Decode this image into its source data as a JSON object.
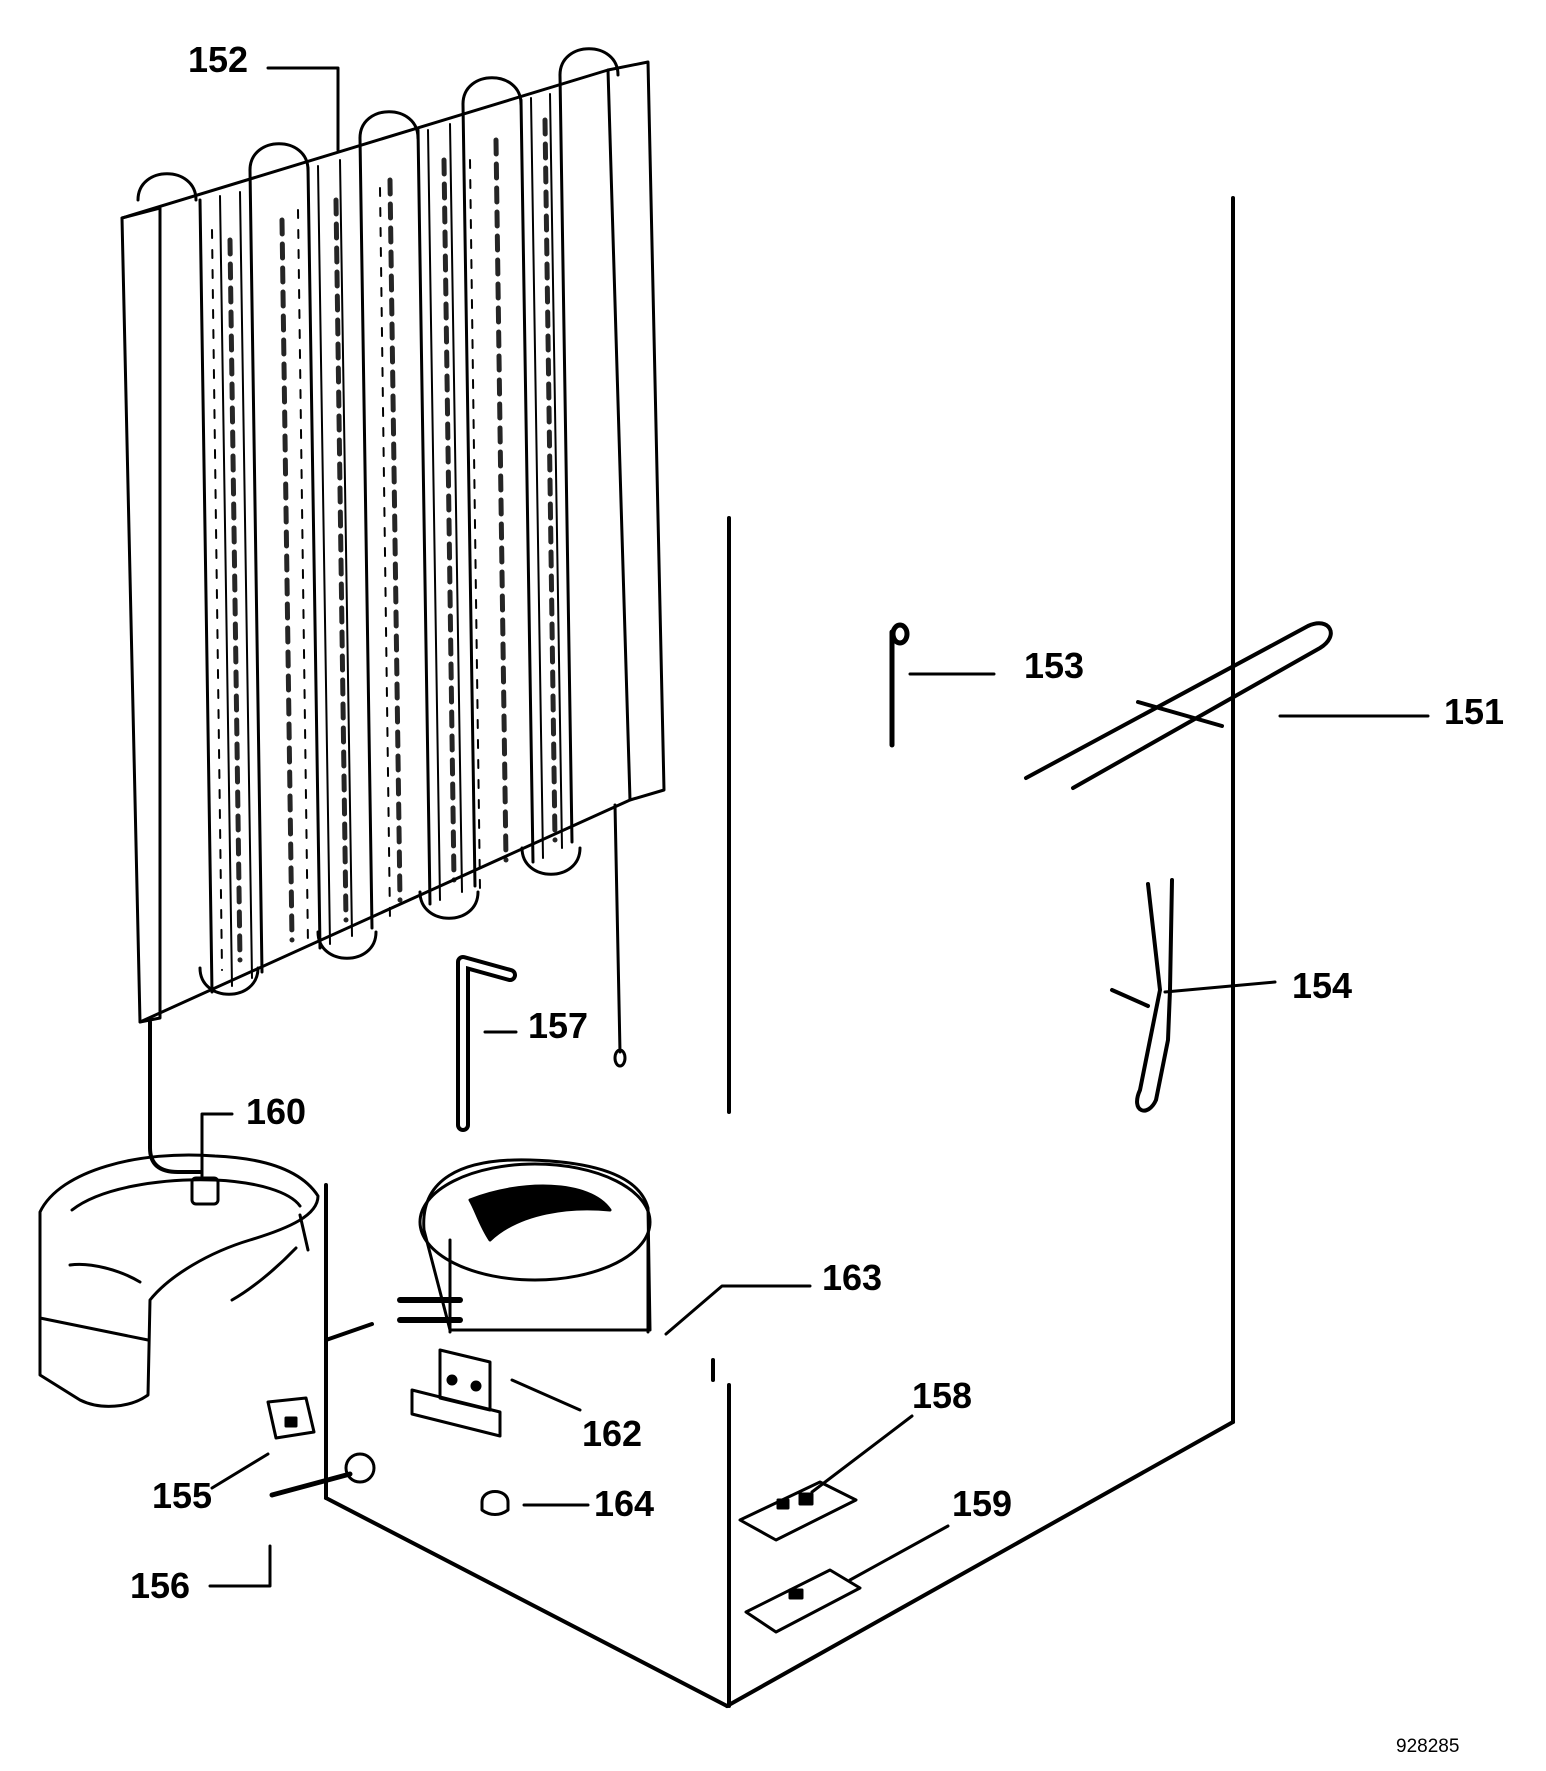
{
  "labels": {
    "p151": "151",
    "p152": "152",
    "p153": "153",
    "p154": "154",
    "p155": "155",
    "p156": "156",
    "p157": "157",
    "p158": "158",
    "p159": "159",
    "p160": "160",
    "p162": "162",
    "p163": "163",
    "p164": "164"
  },
  "reference_number": "928285"
}
